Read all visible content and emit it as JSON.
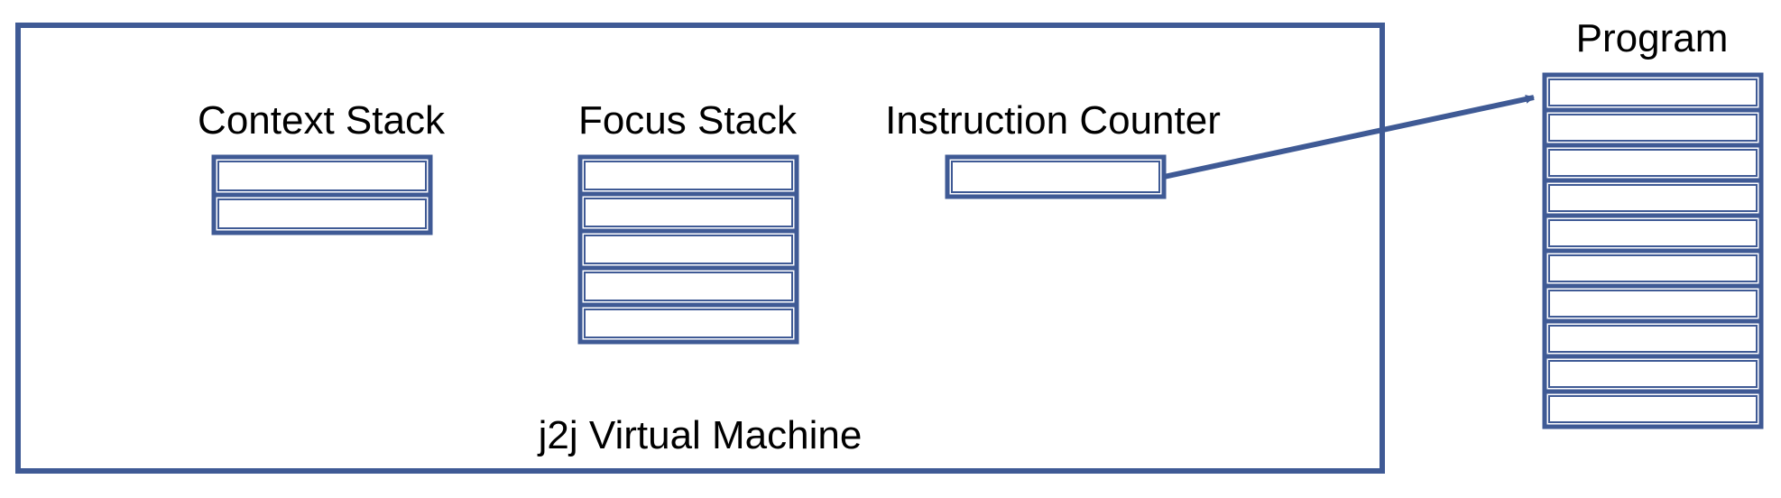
{
  "diagram": {
    "vm_label": "j2j Virtual Machine",
    "context_stack": {
      "label": "Context Stack",
      "slots": 2
    },
    "focus_stack": {
      "label": "Focus Stack",
      "slots": 5
    },
    "instruction_counter": {
      "label": "Instruction Counter",
      "slots": 1
    },
    "program": {
      "label": "Program",
      "slots": 10
    },
    "colors": {
      "stroke": "#3f5a95",
      "text": "#000000",
      "background": "#ffffff"
    }
  }
}
